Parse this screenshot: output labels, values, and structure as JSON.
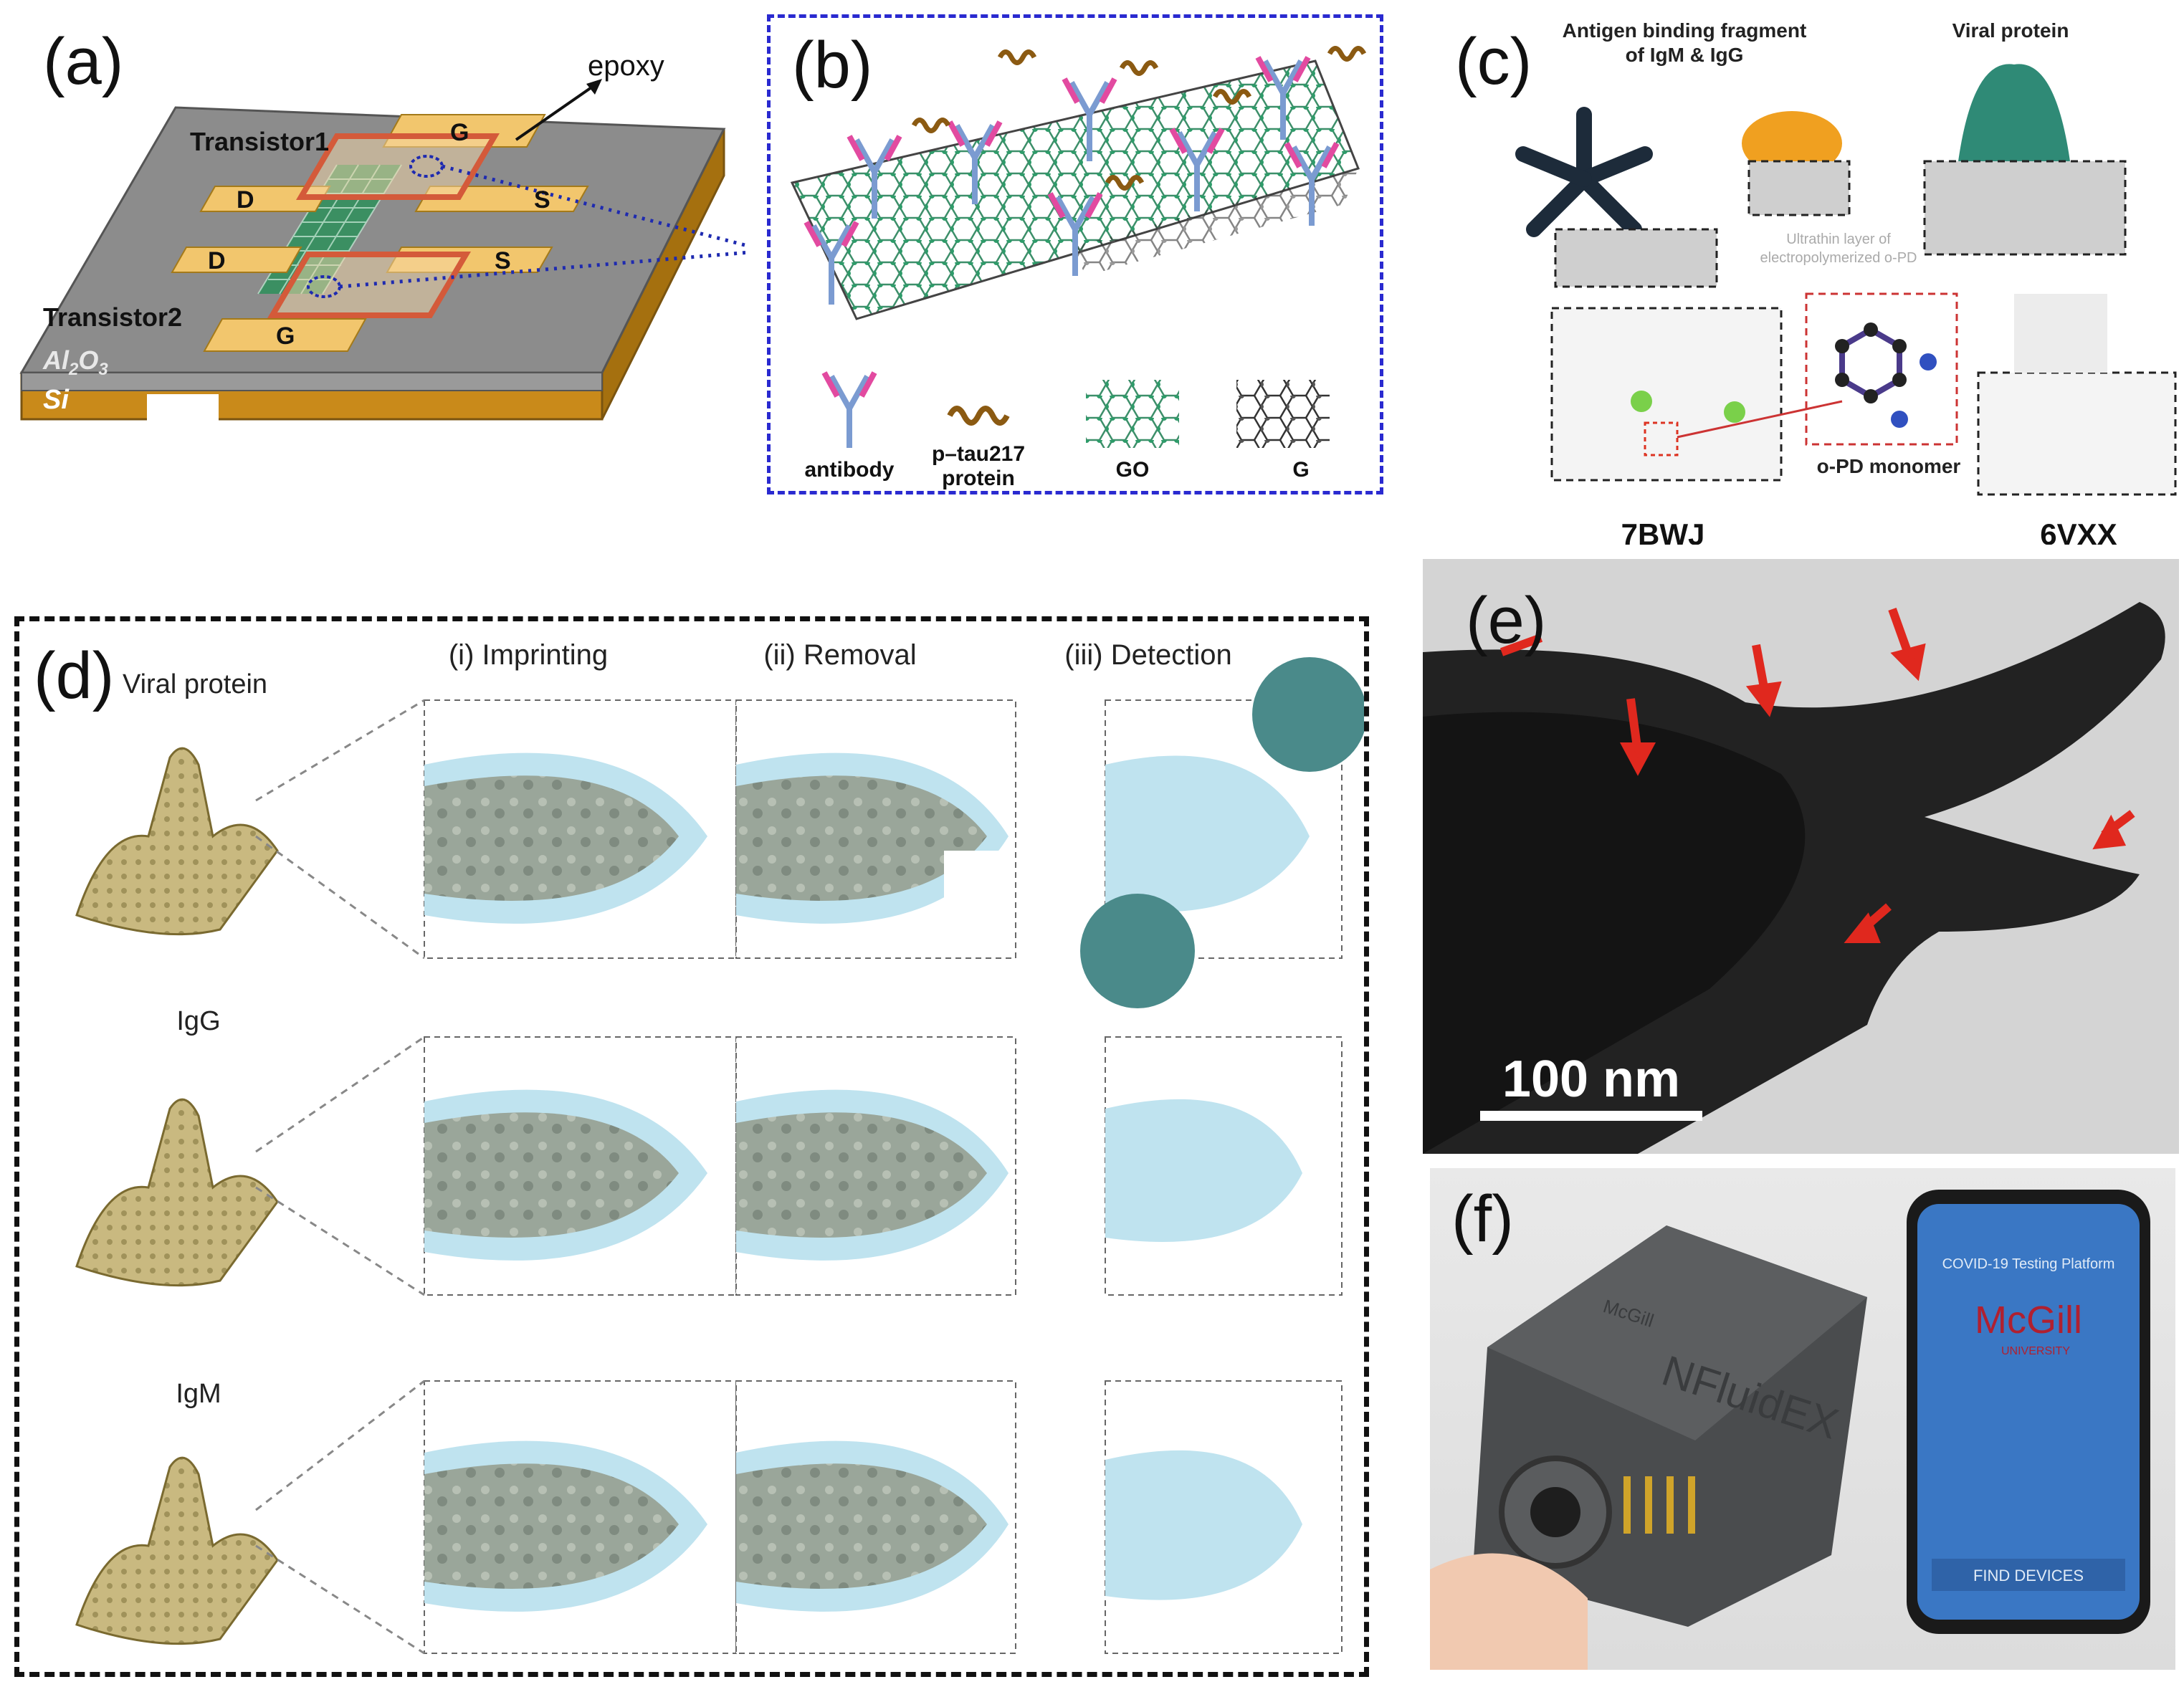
{
  "panels": {
    "a": {
      "label": "(a)",
      "epoxy": "epoxy",
      "transistor1": "Transistor1",
      "transistor2": "Transistor2",
      "g": "G",
      "d": "D",
      "s": "S",
      "al2o3": "Al",
      "al2o3_sub1": "2",
      "al2o3_o": "O",
      "al2o3_sub2": "3",
      "si": "Si"
    },
    "b": {
      "label": "(b)",
      "legend": [
        "antibody",
        "p–tau217",
        "protein",
        "GO",
        "G"
      ]
    },
    "c": {
      "label": "(c)",
      "title_left_1": "Antigen binding fragment",
      "title_left_2": "of IgM & IgG",
      "title_right": "Viral protein",
      "ultrathin_1": "Ultrathin layer of",
      "ultrathin_2": "electropolymerized o-PD",
      "monomer": "o-PD monomer",
      "pdb_left": "7BWJ",
      "pdb_right": "6VXX"
    },
    "d": {
      "label": "(d)",
      "columns": [
        "(i) Imprinting",
        "(ii) Removal",
        "(iii) Detection"
      ],
      "rows": [
        "Viral protein",
        "IgG",
        "IgM"
      ]
    },
    "e": {
      "label": "(e)",
      "scalebar": "100 nm"
    },
    "f": {
      "label": "(f)",
      "device": "NFluidEX",
      "device_small": "McGill",
      "phone_header": "COVID-19 Testing Platform",
      "phone_logo": "McGill",
      "phone_logo_sub": "UNIVERSITY",
      "phone_button": "FIND DEVICES"
    }
  },
  "colors": {
    "gold": "#f2c66d",
    "substrate_top": "#8a8a8a",
    "silicon": "#c98a1a",
    "blue_dash": "#2a2ad0",
    "red_arrow": "#e0281e",
    "go_green": "#2e9c6a",
    "antibody_blue": "#7b9bd1",
    "antibody_pink": "#e24aa0",
    "protein_brown": "#8b5a12",
    "sheath_blue": "#bfe3ef",
    "phone_screen": "#3a77c4"
  }
}
